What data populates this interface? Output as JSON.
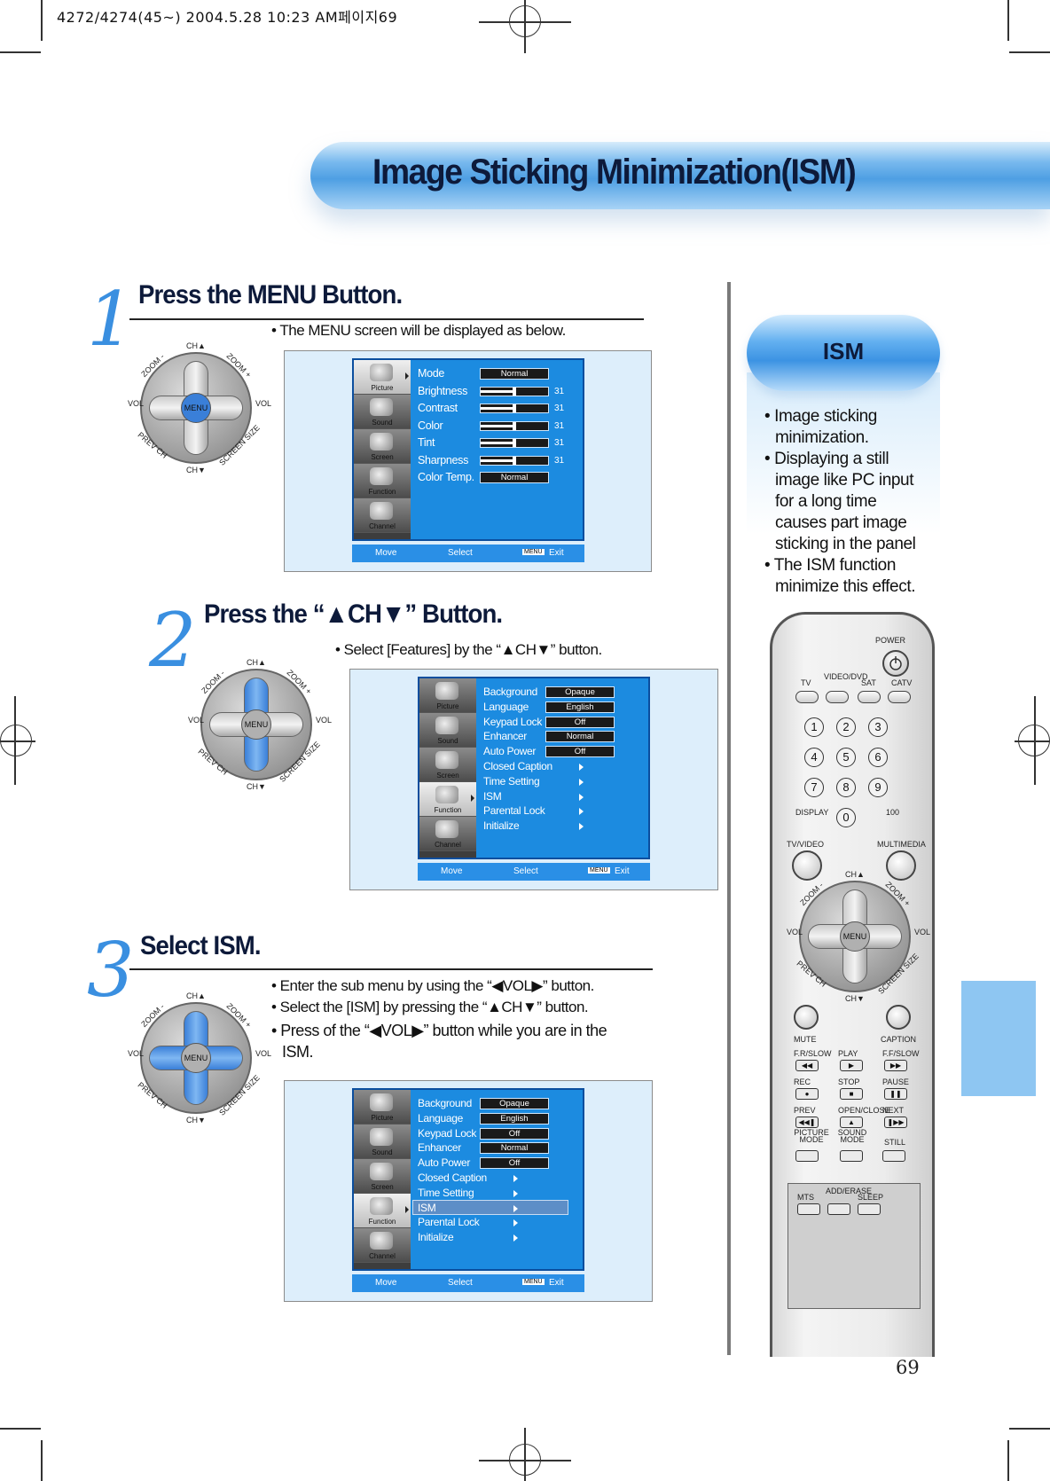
{
  "header": {
    "print_info": "4272/4274(45~) 2004.5.28 10:23 AM페이지69"
  },
  "title": "Image Sticking Minimization(ISM)",
  "steps": [
    {
      "number": "1",
      "title": "Press the MENU Button.",
      "notes": [
        "• The MENU screen will be displayed as below."
      ]
    },
    {
      "number": "2",
      "title": "Press the “▲CH▼” Button.",
      "notes": [
        "• Select [Features] by the “▲CH▼” button."
      ]
    },
    {
      "number": "3",
      "title": "Select ISM.",
      "notes": [
        "• Enter the sub menu by using the “◀VOL▶” button.",
        "• Select the [ISM] by pressing the “▲CH▼” button.",
        "• Press of the “◀VOL▶” button while you are in the",
        "ISM."
      ]
    }
  ],
  "dpad_labels": {
    "ch_up": "CH▲",
    "ch_down": "CH▼",
    "zoom_minus": "ZOOM -",
    "zoom_plus": "ZOOM +",
    "vol_left": "VOL",
    "vol_right": "VOL",
    "prev_ch": "PREV CH",
    "screen_size": "SCREEN SIZE",
    "menu": "MENU"
  },
  "side_menu": [
    "Picture",
    "Sound",
    "Screen",
    "Function",
    "Channel"
  ],
  "picture_menu": {
    "rows": [
      {
        "label": "Mode",
        "kind": "pill",
        "value": "Normal"
      },
      {
        "label": "Brightness",
        "kind": "slider",
        "value": "31",
        "level": 0.5
      },
      {
        "label": "Contrast",
        "kind": "slider",
        "value": "31",
        "level": 0.5
      },
      {
        "label": "Color",
        "kind": "slider",
        "value": "31",
        "level": 0.5
      },
      {
        "label": "Tint",
        "kind": "slider",
        "value": "31",
        "level": 0.5
      },
      {
        "label": "Sharpness",
        "kind": "slider",
        "value": "31",
        "level": 0.5
      },
      {
        "label": "Color Temp.",
        "kind": "pill",
        "value": "Normal"
      }
    ]
  },
  "function_menu": {
    "rows": [
      {
        "label": "Background",
        "value": "Opaque"
      },
      {
        "label": "Language",
        "value": "English"
      },
      {
        "label": "Keypad Lock",
        "value": "Off"
      },
      {
        "label": "Enhancer",
        "value": "Normal"
      },
      {
        "label": "Auto Power",
        "value": "Off"
      },
      {
        "label": "Closed Caption",
        "value": ""
      },
      {
        "label": "Time Setting",
        "value": ""
      },
      {
        "label": "ISM",
        "value": ""
      },
      {
        "label": "Parental Lock",
        "value": ""
      },
      {
        "label": "Initialize",
        "value": ""
      }
    ]
  },
  "menu_footer": {
    "move": "Move",
    "select": "Select",
    "menu_key": "MENU",
    "exit": "Exit"
  },
  "sidebar": {
    "heading": "ISM",
    "bullets": [
      [
        "• Image sticking",
        "minimization."
      ],
      [
        "• Displaying a still",
        "image like PC input",
        "for a long time",
        "causes part image",
        "sticking in the panel"
      ],
      [
        "• The ISM function",
        "minimize this effect."
      ]
    ]
  },
  "remote": {
    "power": "POWER",
    "sources": [
      "TV",
      "VIDEO/DVD",
      "SAT",
      "CATV"
    ],
    "digits": [
      "1",
      "2",
      "3",
      "4",
      "5",
      "6",
      "7",
      "8",
      "9",
      "0"
    ],
    "display": "DISPLAY",
    "hundred": "100",
    "tv_video": "TV/VIDEO",
    "multimedia": "MULTIMEDIA",
    "mute": "MUTE",
    "caption": "CAPTION",
    "transport": [
      {
        "label": "F.R/SLOW",
        "glyph": "◀◀"
      },
      {
        "label": "PLAY",
        "glyph": "▶"
      },
      {
        "label": "F.F/SLOW",
        "glyph": "▶▶"
      },
      {
        "label": "REC",
        "glyph": "●"
      },
      {
        "label": "STOP",
        "glyph": "■"
      },
      {
        "label": "PAUSE",
        "glyph": "❚❚"
      },
      {
        "label": "PREV",
        "glyph": "◀◀❚"
      },
      {
        "label": "OPEN/CLOSE",
        "glyph": "▲"
      },
      {
        "label": "NEXT",
        "glyph": "❚▶▶"
      }
    ],
    "picture_mode": "PICTURE MODE",
    "sound_mode": "SOUND MODE",
    "still": "STILL",
    "lower": [
      "MTS",
      "ADD/ERASE",
      "SLEEP"
    ]
  },
  "page_number": "69"
}
